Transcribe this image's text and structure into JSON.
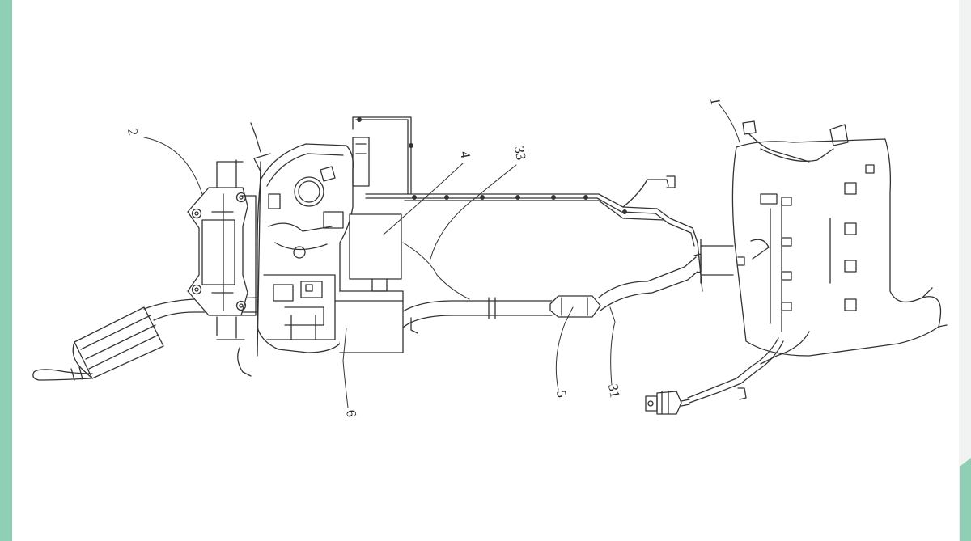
{
  "colors": {
    "border_accent": "#8ecfb5",
    "line": "#333333",
    "background": "#ffffff"
  },
  "labels": {
    "l1": "1",
    "l2": "2",
    "l4": "4",
    "l33": "33",
    "l5": "5",
    "l31": "31",
    "l6": "6"
  }
}
